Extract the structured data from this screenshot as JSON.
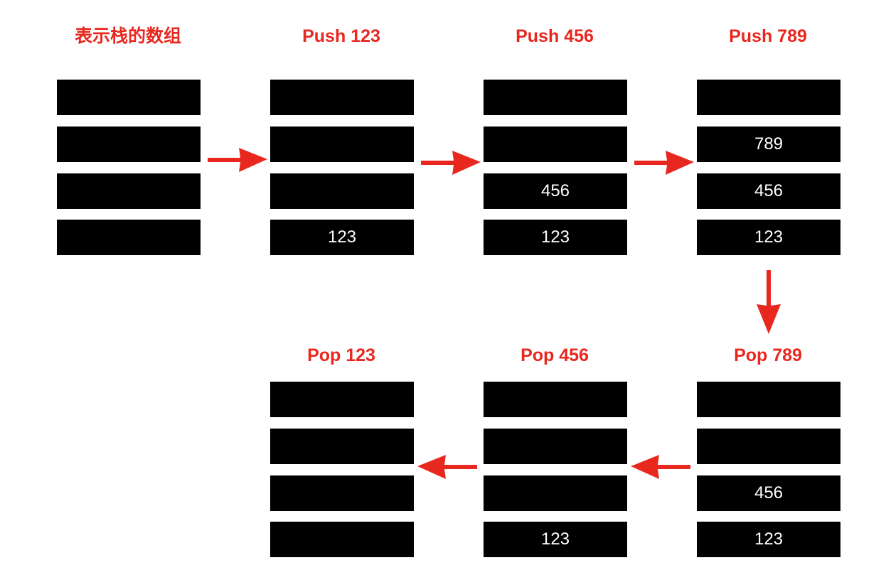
{
  "colors": {
    "accent": "#e8281f",
    "cell": "#000000",
    "cell_text": "#ffffff"
  },
  "stacks": [
    {
      "id": "initial",
      "title": "表示栈的数组",
      "cells": [
        "",
        "",
        "",
        ""
      ]
    },
    {
      "id": "push-123",
      "title": "Push 123",
      "cells": [
        "",
        "",
        "",
        "123"
      ]
    },
    {
      "id": "push-456",
      "title": "Push 456",
      "cells": [
        "",
        "",
        "456",
        "123"
      ]
    },
    {
      "id": "push-789",
      "title": "Push 789",
      "cells": [
        "",
        "789",
        "456",
        "123"
      ]
    },
    {
      "id": "pop-789",
      "title": "Pop 789",
      "cells": [
        "",
        "",
        "456",
        "123"
      ]
    },
    {
      "id": "pop-456",
      "title": "Pop 456",
      "cells": [
        "",
        "",
        "",
        "123"
      ]
    },
    {
      "id": "pop-123",
      "title": "Pop 123",
      "cells": [
        "",
        "",
        "",
        ""
      ]
    }
  ],
  "arrows": [
    {
      "from": "initial",
      "to": "push-123",
      "direction": "right"
    },
    {
      "from": "push-123",
      "to": "push-456",
      "direction": "right"
    },
    {
      "from": "push-456",
      "to": "push-789",
      "direction": "right"
    },
    {
      "from": "push-789",
      "to": "pop-789",
      "direction": "down"
    },
    {
      "from": "pop-789",
      "to": "pop-456",
      "direction": "left"
    },
    {
      "from": "pop-456",
      "to": "pop-123",
      "direction": "left"
    }
  ]
}
